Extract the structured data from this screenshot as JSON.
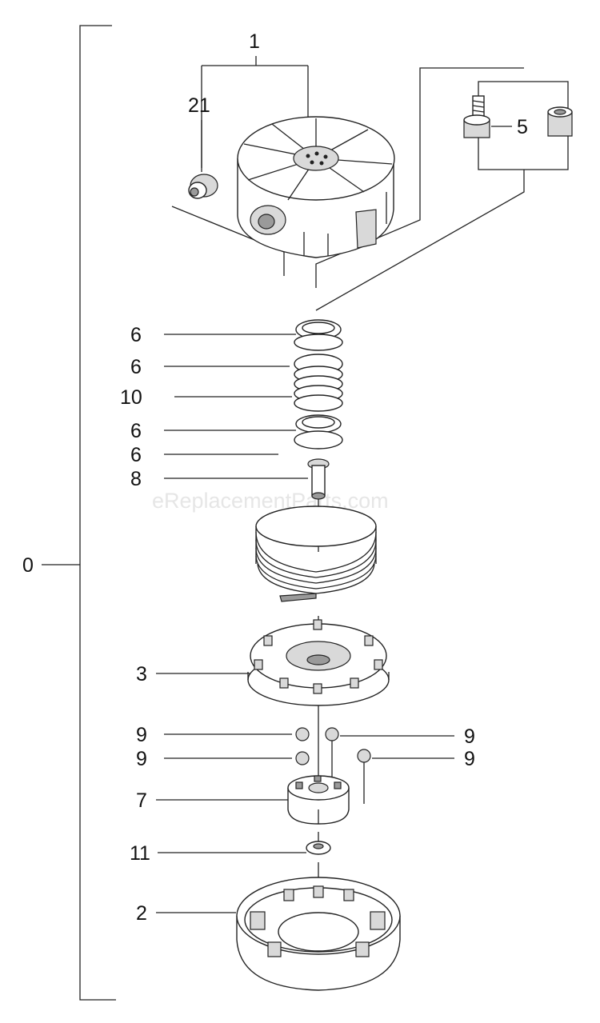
{
  "watermark": "eReplacementParts.com",
  "callouts": {
    "assembly": "0",
    "cover": "1",
    "plug": "21",
    "bolt_nut": "5",
    "washer_a": "6",
    "washer_b": "6",
    "spring": "10",
    "washer_c": "6",
    "washer_d": "6",
    "shaft": "8",
    "spool": "3",
    "ball_a": "9",
    "ball_b": "9",
    "ball_c": "9",
    "ball_d": "9",
    "holder": "7",
    "washer_e": "11",
    "base": "2"
  }
}
